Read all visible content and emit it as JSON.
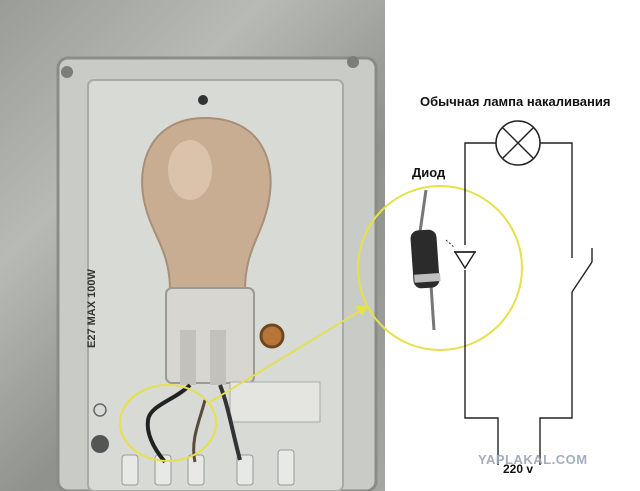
{
  "diagram": {
    "lamp_caption": "Обычная лампа накаливания",
    "diode_caption": "Диод",
    "voltage_caption": "220 v",
    "watermark": "YAPLAKAL.COM"
  },
  "photo": {
    "housing_label": "E27 MAX 100W"
  }
}
